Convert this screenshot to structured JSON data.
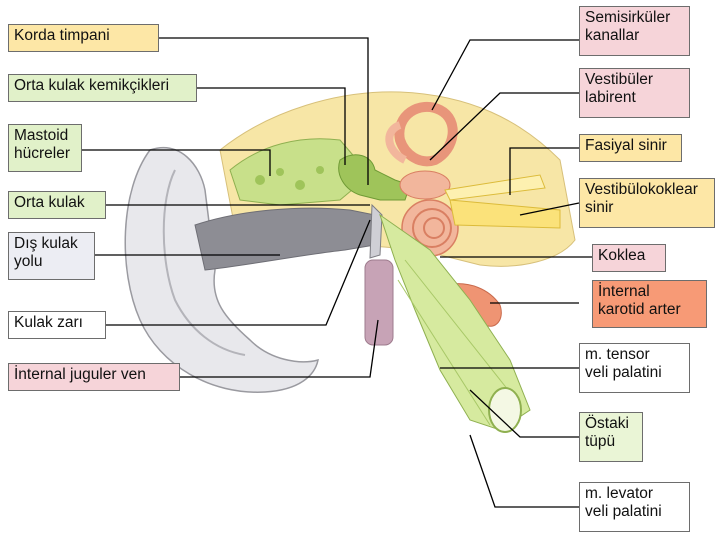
{
  "labels": {
    "korda_timpani": "Korda timpani",
    "orta_kulak_kemikcikleri": "Orta kulak kemikçikleri",
    "mastoid_hucreler": "Mastoid\nhücreler",
    "orta_kulak": "Orta kulak",
    "dis_kulak_yolu": "Dış kulak\nyolu",
    "kulak_zari": "Kulak zarı",
    "internal_juguler_ven": "İnternal juguler ven",
    "semisirkuler_kanallar": "Semisirküler\nkanallar",
    "vestibuler_labirent": "Vestibüler\nlabirent",
    "fasiyal_sinir": "Fasiyal sinir",
    "vestibulokoklear_sinir": "Vestibülokoklear\nsinir",
    "koklea": "Koklea",
    "internal_karotid_arter": "İnternal\nkarotid arter",
    "m_tensor_veli_palatini": "m. tensor\nveli palatini",
    "ostaki_tupu": "Östaki\ntüpü",
    "m_levator_veli_palatini": "m. levator\nveli palatini"
  },
  "colors": {
    "bone": "#f7e6a6",
    "mastoid_green": "#c8e08a",
    "ossicle_green": "#9fc45a",
    "canal_gray": "#8d8d94",
    "skin": "#e8e8ec",
    "labyrinth_pink": "#f2b69c",
    "nerve_yellow": "#fbe27a",
    "artery_orange": "#ef9473",
    "vein_purple": "#c7a3b6",
    "tube_green": "#d6ea9f",
    "leader_line": "#000000"
  }
}
